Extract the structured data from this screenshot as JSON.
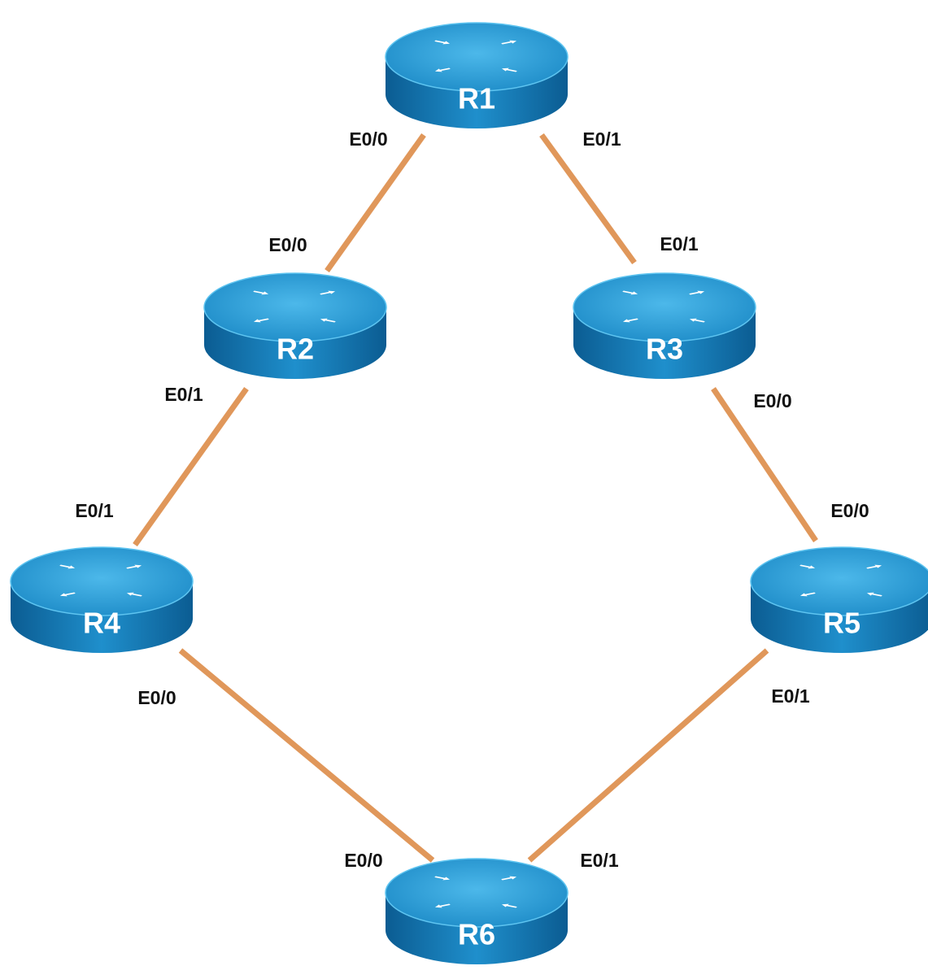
{
  "colors": {
    "link": "#e0975a",
    "router_top": "#2a9fd8",
    "router_side": "#1a7fb8",
    "router_dark": "#0d5f96",
    "arrow": "#ffffff",
    "background": "#ffffff"
  },
  "icon": "router-icon",
  "routers": [
    {
      "id": "R1",
      "label": "R1"
    },
    {
      "id": "R2",
      "label": "R2"
    },
    {
      "id": "R3",
      "label": "R3"
    },
    {
      "id": "R4",
      "label": "R4"
    },
    {
      "id": "R5",
      "label": "R5"
    },
    {
      "id": "R6",
      "label": "R6"
    }
  ],
  "links": [
    {
      "id": "r1-r2",
      "from": "R1",
      "from_iface": "E0/0",
      "to": "R2",
      "to_iface": "E0/0"
    },
    {
      "id": "r1-r3",
      "from": "R1",
      "from_iface": "E0/1",
      "to": "R3",
      "to_iface": "E0/1"
    },
    {
      "id": "r2-r4",
      "from": "R2",
      "from_iface": "E0/1",
      "to": "R4",
      "to_iface": "E0/1"
    },
    {
      "id": "r3-r5",
      "from": "R3",
      "from_iface": "E0/0",
      "to": "R5",
      "to_iface": "E0/0"
    },
    {
      "id": "r4-r6",
      "from": "R4",
      "from_iface": "E0/0",
      "to": "R6",
      "to_iface": "E0/0"
    },
    {
      "id": "r5-r6",
      "from": "R5",
      "from_iface": "E0/1",
      "to": "R6",
      "to_iface": "E0/1"
    }
  ]
}
